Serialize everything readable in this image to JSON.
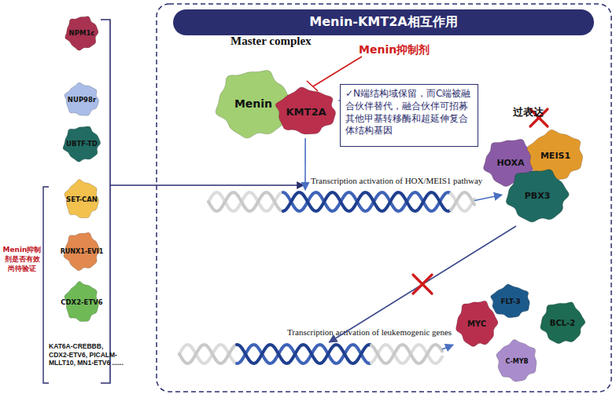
{
  "diagram": {
    "title": "Menin-KMT2A相互作用",
    "nodes": [
      {
        "text": [
          "NPM1c"
        ]
      },
      {
        "text": [
          "NUP98r"
        ]
      },
      {
        "text": [
          "UBTF-TD"
        ]
      },
      {
        "text": [
          "SET-CAN"
        ]
      },
      {
        "text": [
          "RUNX1-EVI1"
        ]
      },
      {
        "text": [
          "CDX2-ETV6"
        ]
      },
      {
        "text": [
          "Menin"
        ]
      },
      {
        "text": [
          "KMT2A"
        ]
      },
      {
        "text": [
          "✓N端结构域保留，而C端被融合伙伴替代，融合伙伴可招募其他甲基转移酶和超延伸复合体结构基因"
        ]
      },
      {
        "text": [
          "Transcription activation of HOX/MEIS1 pathway"
        ]
      },
      {
        "text": [
          "HOXA"
        ]
      },
      {
        "text": [
          "MEIS1"
        ]
      },
      {
        "text": [
          "PBX3"
        ]
      },
      {
        "text": [
          "Transcription activation of leukemogenic genes"
        ]
      },
      {
        "text": [
          "MYC"
        ]
      },
      {
        "text": [
          "FLT-3"
        ]
      },
      {
        "text": [
          "BCL-2"
        ]
      },
      {
        "text": [
          "C-MYB"
        ]
      }
    ],
    "edges": [
      {
        "from": 7,
        "to": 9,
        "arrow": "to"
      },
      {
        "from": 9,
        "to": 12,
        "arrow": "to"
      },
      {
        "from": 12,
        "to": 13,
        "arrow": "to"
      },
      {
        "from": 13,
        "to": 14,
        "arrow": "to"
      }
    ],
    "labels": [
      "Master complex",
      "Menin抑制剂",
      "过表达",
      "KAT6A-CREBBB, CDX2-ETV6, PICALM-MLLT10, MN1-ETV6 ......",
      "Menin抑制剂是否有效尚待验证"
    ]
  }
}
